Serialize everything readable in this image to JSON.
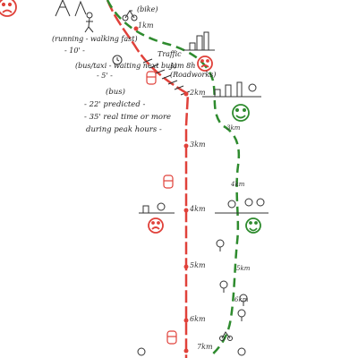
{
  "route_red": {
    "color": "#e0413a",
    "km_markers": [
      "1km",
      "2km",
      "3km",
      "4km",
      "5km",
      "6km",
      "7km"
    ]
  },
  "route_green": {
    "color": "#2e8b2e",
    "km_markers": [
      "3km",
      "4km",
      "5km",
      "6km"
    ]
  },
  "labels": {
    "bike": "(bike)",
    "running": "(running - walking fast)",
    "running_time": "- 10' -",
    "bus_taxi": "(bus/taxi - waiting next bus)",
    "bus_taxi_time": "- 5' -",
    "traffic": "Traffic",
    "traffic_jam": "Jam 8h",
    "traffic_cause": "(Roadworks)",
    "bus_heading": "(bus)",
    "bus_predicted": "- 22' predicted -",
    "bus_real": "- 35' real time or more",
    "bus_peak": "during peak hours -"
  },
  "faces": {
    "sad_color": "#e0413a",
    "happy_color": "#2e8b2e"
  },
  "icons": [
    "person-icon",
    "bicycle-icon",
    "clock-icon",
    "bus-icon",
    "tree-icon",
    "house-icon",
    "city-icon"
  ]
}
